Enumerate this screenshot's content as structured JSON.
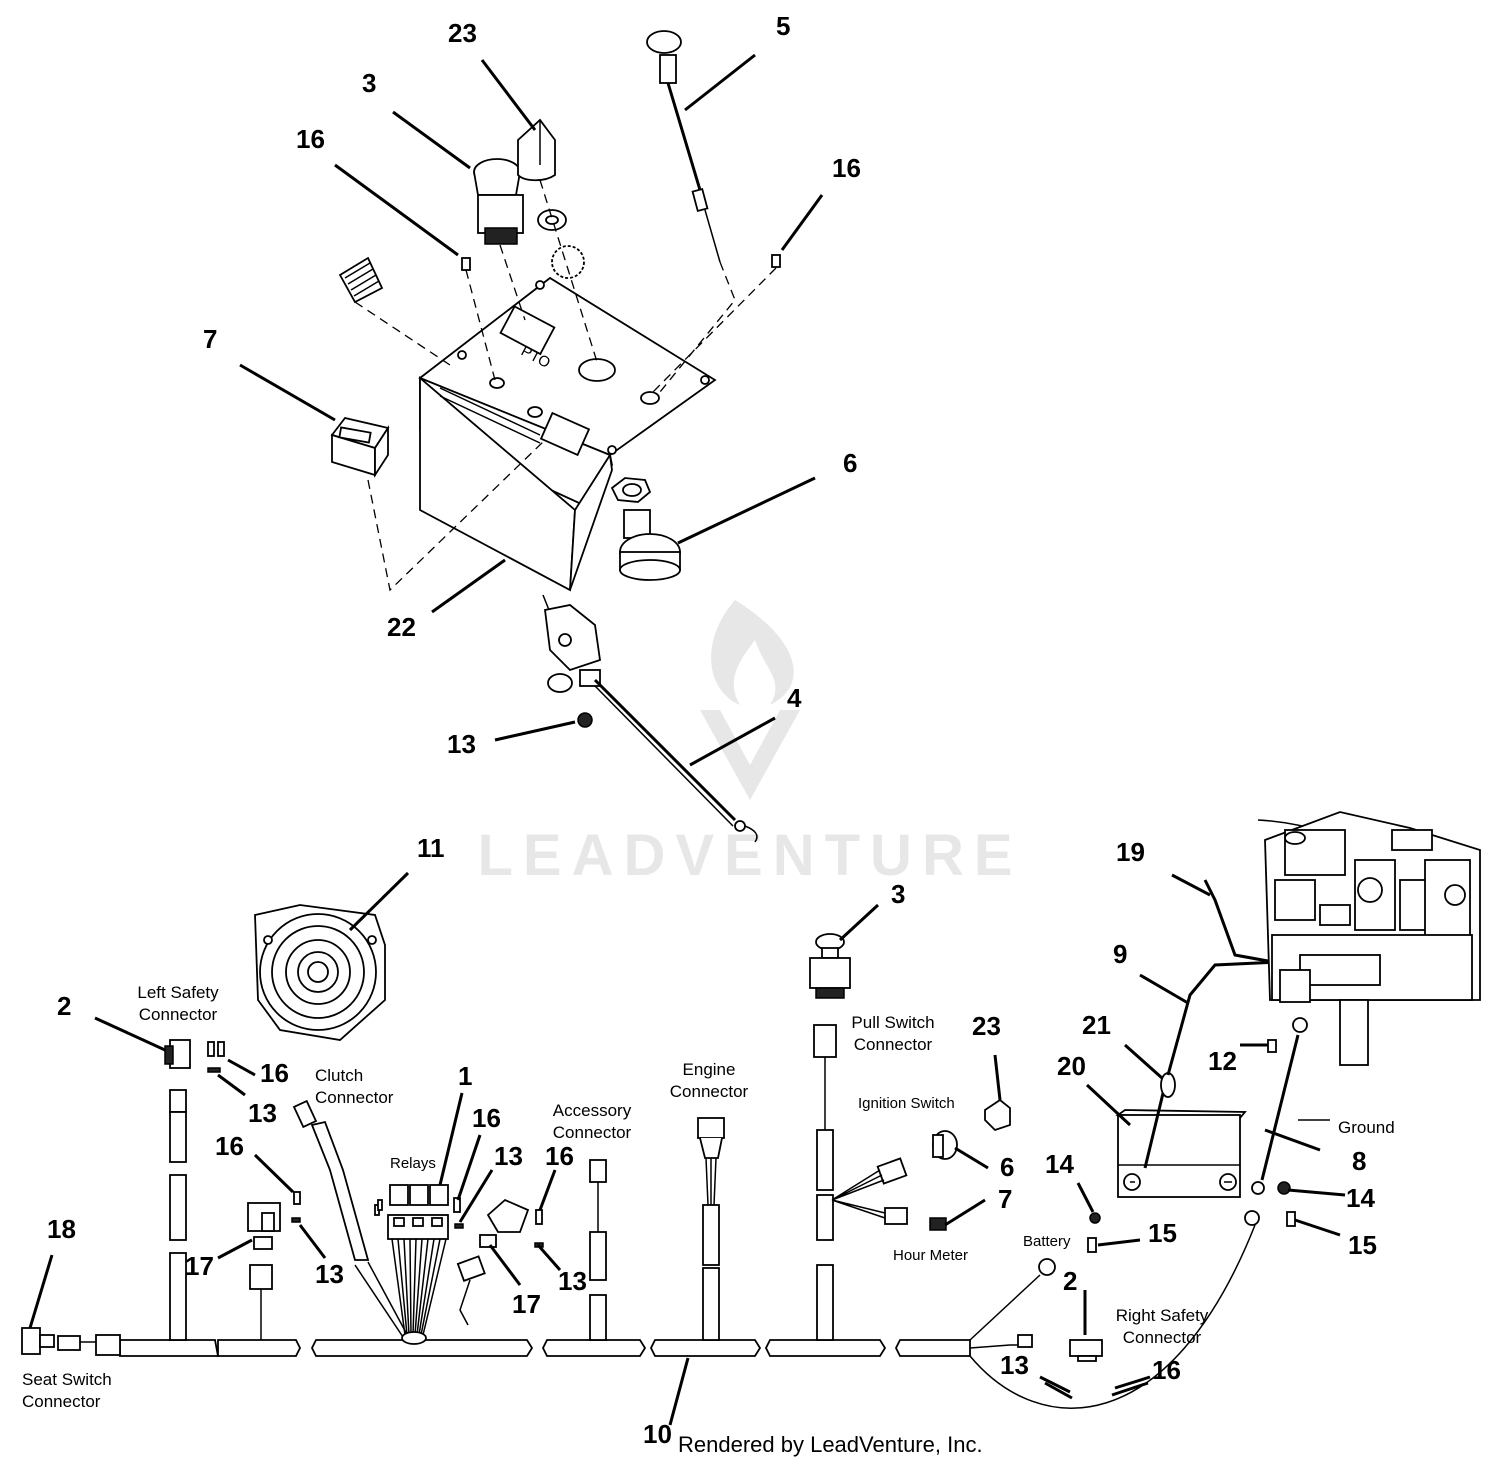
{
  "callouts": {
    "c23_top": "23",
    "c3_top": "3",
    "c5": "5",
    "c16_top_left": "16",
    "c16_top_right": "16",
    "c7_top": "7",
    "c6_top": "6",
    "c22": "22",
    "c4": "4",
    "c13_top": "13",
    "c11": "11",
    "c3_mid": "3",
    "c19": "19",
    "c9": "9",
    "c21": "21",
    "c12": "12",
    "c20": "20",
    "c2_left": "2",
    "c16_left": "16",
    "c13_left": "13",
    "c1": "1",
    "c16_relay": "16",
    "c13_relay": "13",
    "c16_lower": "16",
    "c13_lower": "13",
    "c17_left": "17",
    "c17_right": "17",
    "c16_acc": "16",
    "c13_acc": "13",
    "c18": "18",
    "c23_mid": "23",
    "c6_mid": "6",
    "c7_mid": "7",
    "c14_left": "14",
    "c14_right": "14",
    "c15_left": "15",
    "c15_right": "15",
    "c8": "8",
    "c2_right": "2",
    "c13_right": "13",
    "c16_right": "16",
    "c10": "10"
  },
  "labels": {
    "left_safety_1": "Left Safety",
    "left_safety_2": "Connector",
    "clutch_1": "Clutch",
    "clutch_2": "Connector",
    "relays": "Relays",
    "accessory_1": "Accessory",
    "accessory_2": "Connector",
    "engine_1": "Engine",
    "engine_2": "Connector",
    "pull_1": "Pull Switch",
    "pull_2": "Connector",
    "ignition": "Ignition Switch",
    "hour_meter": "Hour Meter",
    "battery": "Battery",
    "ground": "Ground",
    "right_safety_1": "Right Safety",
    "right_safety_2": "Connector",
    "seat_1": "Seat Switch",
    "seat_2": "Connector",
    "panel_pto": "PTO"
  },
  "footer": "Rendered by LeadVenture, Inc.",
  "watermark": "LEADVENTURE",
  "colors": {
    "ink": "#000000",
    "watermark": "#e3e3e3",
    "fill": "#ffffff"
  }
}
